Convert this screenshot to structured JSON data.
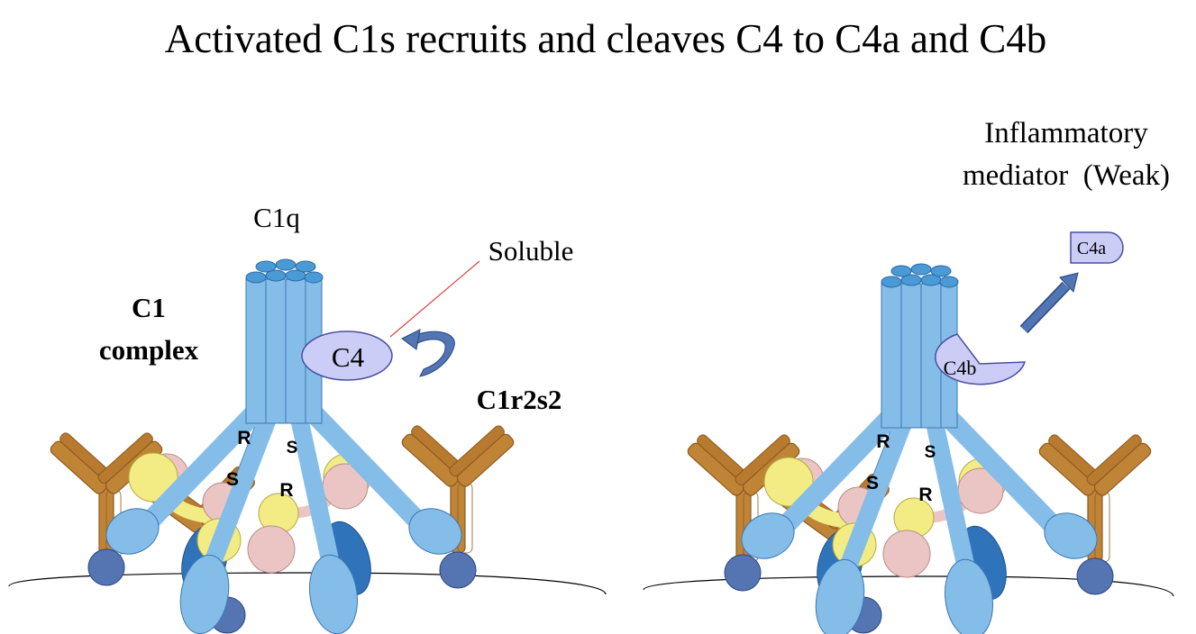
{
  "title": "Activated C1s recruits and cleaves C4 to C4a and C4b",
  "left": {
    "c1q_label": "C1q",
    "c1_complex_line1": "C1",
    "c1_complex_line2": "complex",
    "soluble_label": "Soluble",
    "c4_label": "C4",
    "c1r2s2_label": "C1r2s2",
    "r_letter": "R",
    "s_letter": "S"
  },
  "right": {
    "inflammatory_line1": "Inflammatory",
    "inflammatory_line2": "mediator  (Weak)",
    "c4a_label": "C4a",
    "c4b_label": "C4b",
    "r_letter": "R",
    "s_letter": "S"
  },
  "colors": {
    "light_blue": "#85bde9",
    "dark_blue": "#2f74bb",
    "pink": "#ebc5c3",
    "yellow": "#f3ec85",
    "antibody": "#c08436",
    "antibody_dark": "#8c5a20",
    "membrane_dot": "#5575b2",
    "c4_fill": "#cbcdf7",
    "arrow": "#5275b3",
    "leader_line": "#e04040"
  }
}
